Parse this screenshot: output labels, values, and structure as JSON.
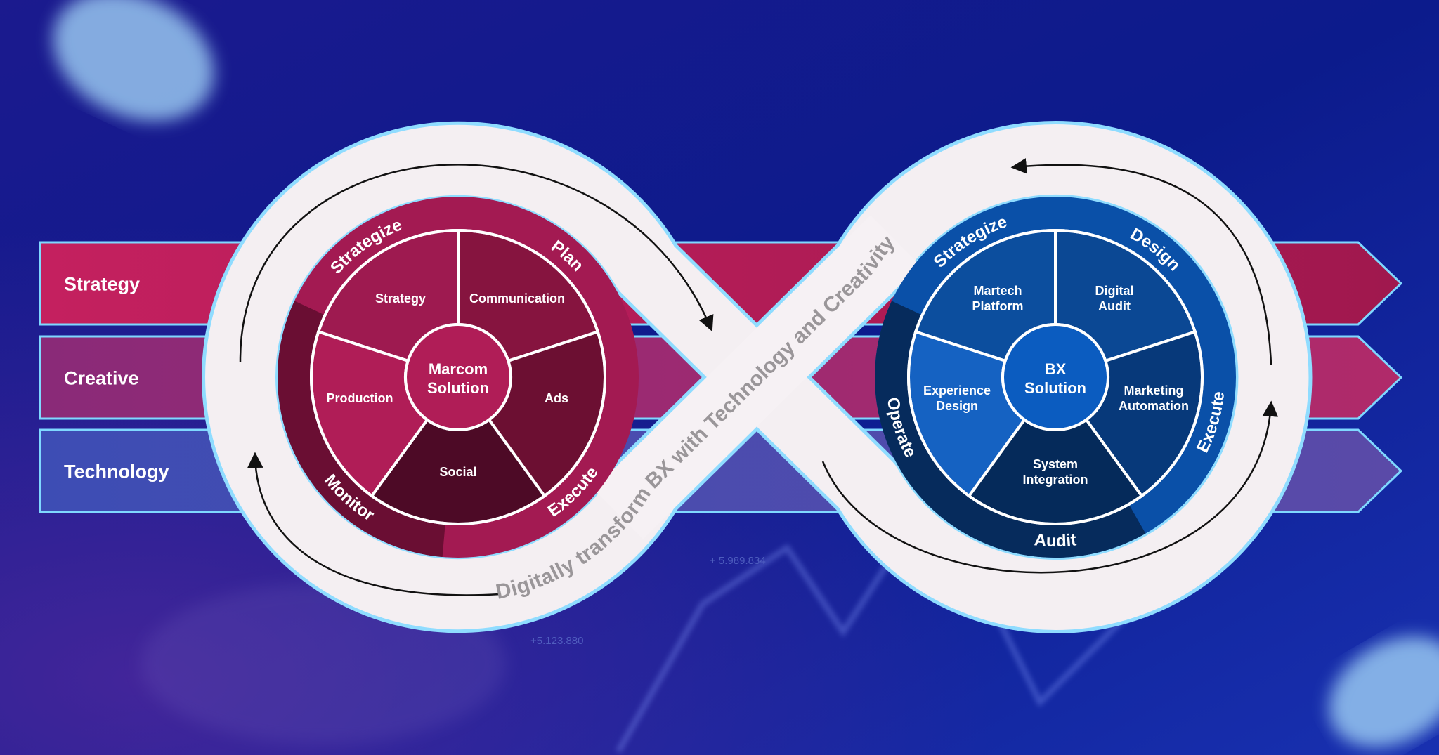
{
  "bands": [
    {
      "label": "Strategy",
      "color_a": "#c4205f",
      "color_b": "#a0184e"
    },
    {
      "label": "Creative",
      "color_a": "#8a2a78",
      "color_b": "#b02a6a"
    },
    {
      "label": "Technology",
      "color_a": "#3d4db4",
      "color_b": "#5a4aa8"
    }
  ],
  "tagline": "Digitally transform BX with Technology and Creativity",
  "marcom": {
    "center": [
      "Marcom",
      "Solution"
    ],
    "ring_color": "#a31a52",
    "ring_dark": "#6a0e33",
    "center_color": "#b01d57",
    "segments": [
      {
        "lines": [
          "Strategy"
        ],
        "color": "#9e1a50"
      },
      {
        "lines": [
          "Communication"
        ],
        "color": "#86143f"
      },
      {
        "lines": [
          "Ads"
        ],
        "color": "#6c0f32"
      },
      {
        "lines": [
          "Social"
        ],
        "color": "#4d0a26"
      },
      {
        "lines": [
          "Production"
        ],
        "color": "#b01d57"
      }
    ],
    "ring_labels": [
      "Strategize",
      "Plan",
      "Execute",
      "Monitor"
    ]
  },
  "bx": {
    "center": [
      "BX",
      "Solution"
    ],
    "ring_color": "#0a50a8",
    "ring_dark": "#062b5c",
    "center_color": "#0b5cc0",
    "segments": [
      {
        "lines": [
          "Martech",
          "Platform"
        ],
        "color": "#0c4e9e"
      },
      {
        "lines": [
          "Digital",
          "Audit"
        ],
        "color": "#0b4894"
      },
      {
        "lines": [
          "Marketing",
          "Automation"
        ],
        "color": "#07397a"
      },
      {
        "lines": [
          "System",
          "Integration"
        ],
        "color": "#052a5a"
      },
      {
        "lines": [
          "Experience",
          "Design"
        ],
        "color": "#1562c2"
      }
    ],
    "ring_labels": [
      "Strategize",
      "Design",
      "Execute",
      "Audit",
      "Operate"
    ]
  },
  "background": {
    "tickers": [
      "+ 5.989.834",
      "+5.123.880"
    ]
  }
}
